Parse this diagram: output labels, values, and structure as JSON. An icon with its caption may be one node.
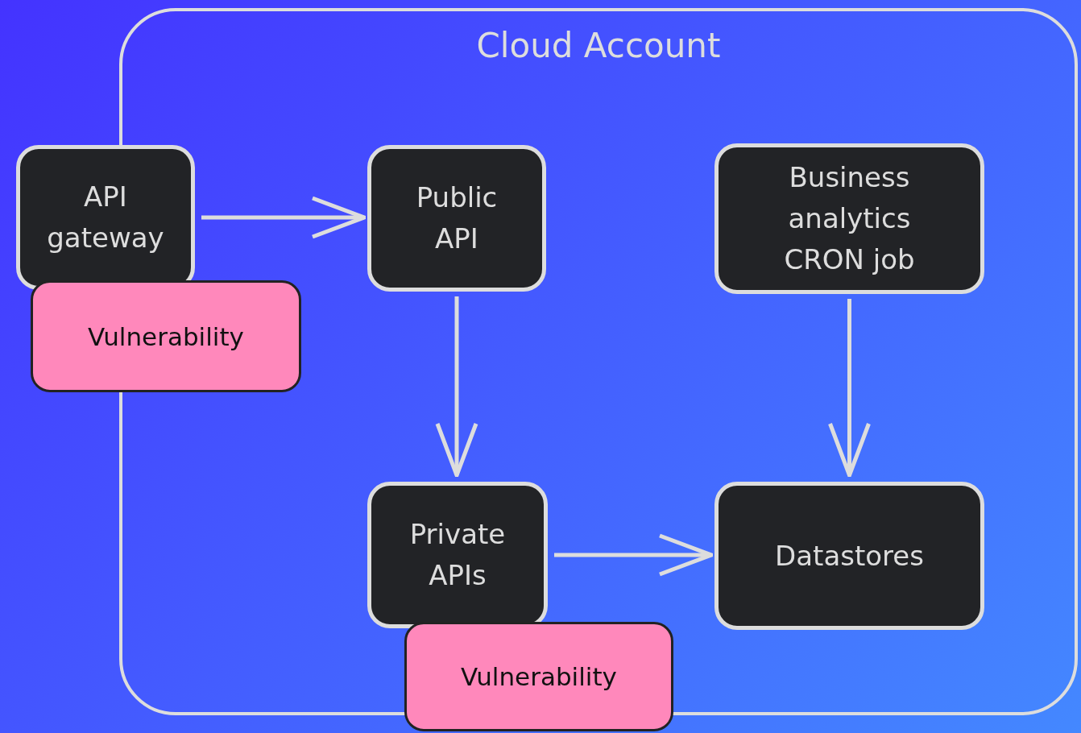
{
  "diagram": {
    "nodes": [
      {
        "text": [
          "Cloud Account"
        ]
      },
      {
        "text": [
          "API gateway"
        ]
      },
      {
        "text": [
          "Public API"
        ],
        "in": 0
      },
      {
        "text": [
          "Business analytics CRON job"
        ],
        "in": 0
      },
      {
        "text": [
          "Private APIs"
        ],
        "in": 0
      },
      {
        "text": [
          "Datastores"
        ],
        "in": 0
      },
      {
        "text": [
          "Vulnerability"
        ]
      },
      {
        "text": [
          "Vulnerability"
        ]
      }
    ],
    "edges": [
      {
        "from": 1,
        "to": 2,
        "arrow": "to"
      },
      {
        "from": 2,
        "to": 4,
        "arrow": "to"
      },
      {
        "from": 3,
        "to": 5,
        "arrow": "to"
      },
      {
        "from": 4,
        "to": 5,
        "arrow": "to"
      }
    ]
  }
}
